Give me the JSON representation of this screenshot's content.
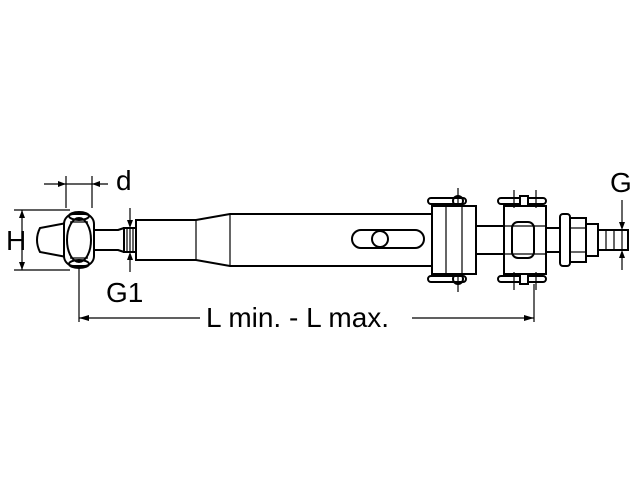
{
  "labels": {
    "d": "d",
    "G": "G",
    "H": "H",
    "G1": "G1",
    "length": "L min. - L max."
  }
}
